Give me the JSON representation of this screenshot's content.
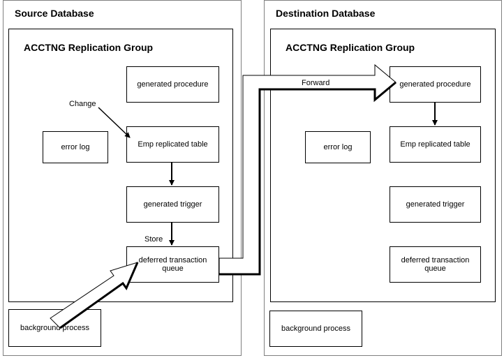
{
  "source": {
    "title": "Source Database",
    "group_title": "ACCTNG Replication Group",
    "generated_procedure": "generated procedure",
    "error_log": "error log",
    "emp_table": "Emp replicated table",
    "generated_trigger": "generated trigger",
    "deferred_queue": "deferred transaction queue",
    "background_process": "background process",
    "change_label": "Change",
    "store_label": "Store"
  },
  "destination": {
    "title": "Destination Database",
    "group_title": "ACCTNG Replication Group",
    "generated_procedure": "generated procedure",
    "error_log": "error log",
    "emp_table": "Emp replicated table",
    "generated_trigger": "generated trigger",
    "deferred_queue": "deferred transaction queue",
    "background_process": "background process"
  },
  "forward_label": "Forward"
}
